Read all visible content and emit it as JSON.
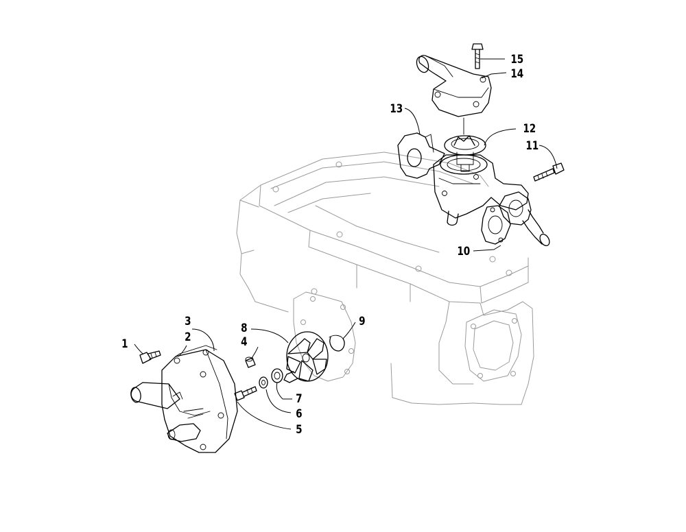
{
  "callouts": [
    {
      "label": "1",
      "part": "bolt"
    },
    {
      "label": "2",
      "part": "gasket"
    },
    {
      "label": "3",
      "part": "water-pump-cover"
    },
    {
      "label": "4",
      "part": "dowel-pin"
    },
    {
      "label": "5",
      "part": "bolt"
    },
    {
      "label": "6",
      "part": "washer"
    },
    {
      "label": "7",
      "part": "seal"
    },
    {
      "label": "8",
      "part": "impeller"
    },
    {
      "label": "9",
      "part": "snap-ring"
    },
    {
      "label": "10",
      "part": "gasket"
    },
    {
      "label": "11",
      "part": "bolt"
    },
    {
      "label": "12",
      "part": "thermostat"
    },
    {
      "label": "13",
      "part": "outlet-flange"
    },
    {
      "label": "14",
      "part": "thermostat-cover"
    },
    {
      "label": "15",
      "part": "bolt"
    }
  ]
}
